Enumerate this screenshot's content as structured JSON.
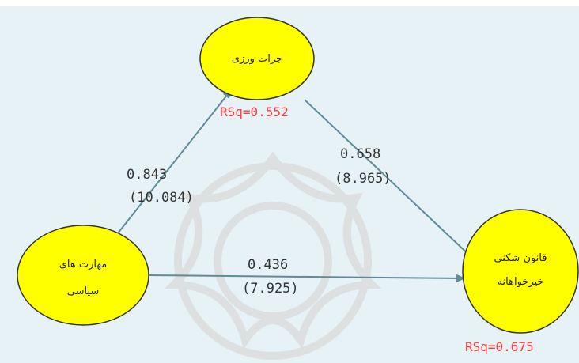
{
  "colors": {
    "background": "#e6f2f5",
    "node_fill": "#ffff00",
    "node_stroke": "#333333",
    "arrow": "#5f8c96",
    "rsq": "#ff3b3b",
    "watermark": "#dcdcdc"
  },
  "nodes": {
    "top": {
      "label": "جرات ورزی",
      "rsq": "RSq=0.552"
    },
    "left": {
      "line1": "مهارت های",
      "line2": "سیاسی"
    },
    "right": {
      "line1": "قانون شکنی",
      "line2": "خیرخواهانه",
      "rsq": "RSq=0.675"
    }
  },
  "paths": {
    "left_to_top": {
      "coef": "0.843",
      "t": "(10.084)"
    },
    "top_to_right": {
      "coef": "0.658",
      "t": "(8.965)"
    },
    "left_to_right": {
      "coef": "0.436",
      "t": "(7.925)"
    }
  }
}
